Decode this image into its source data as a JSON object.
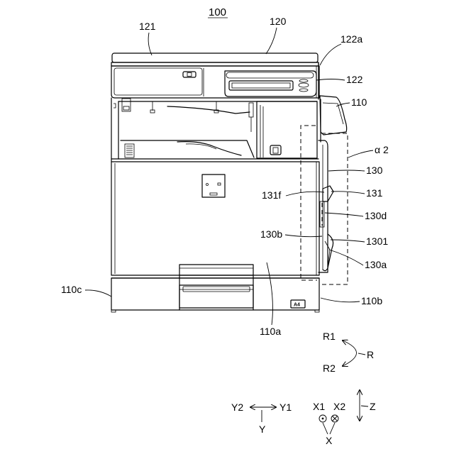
{
  "figure": {
    "reference": "100",
    "callouts": {
      "c121": "121",
      "c120": "120",
      "c122a": "122a",
      "c122": "122",
      "c110": "110",
      "alpha2": "α 2",
      "c130": "130",
      "c131f": "131f",
      "c131": "131",
      "c130d": "130d",
      "c130b": "130b",
      "c1301": "1301",
      "c130a": "130a",
      "c110c": "110c",
      "c110b": "110b",
      "c110a": "110a"
    },
    "tray_label": "A4",
    "rotation": {
      "r1": "R1",
      "r": "R",
      "r2": "R2"
    },
    "axes": {
      "y2": "Y2",
      "y1": "Y1",
      "y": "Y",
      "x1": "X1",
      "x2": "X2",
      "x": "X",
      "z": "Z"
    }
  }
}
